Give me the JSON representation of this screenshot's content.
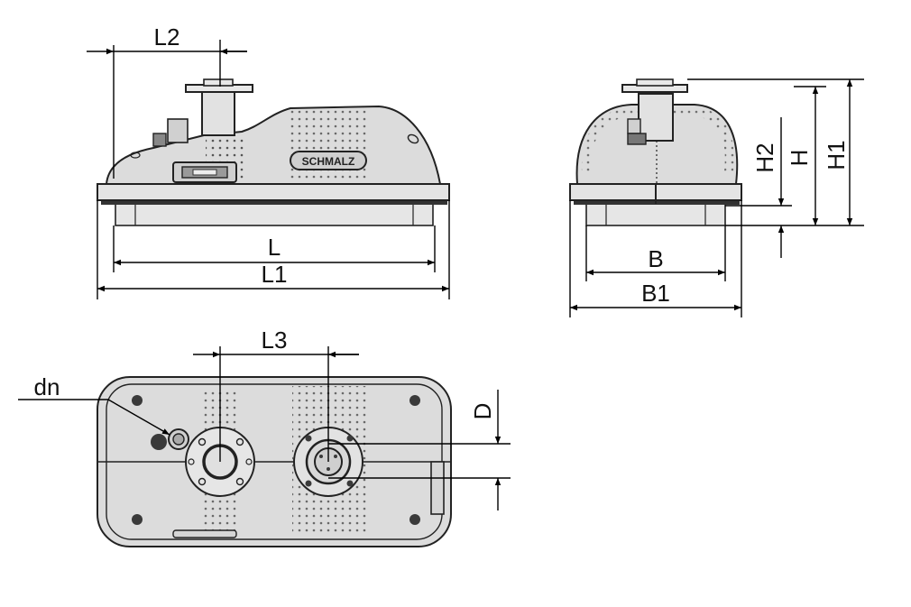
{
  "logo_text": "SCHMALZ",
  "labels": {
    "l": "L",
    "l1": "L1",
    "l2": "L2",
    "l3": "L3",
    "b": "B",
    "b1": "B1",
    "h": "H",
    "h1": "H1",
    "h2": "H2",
    "dn": "dn",
    "d": "D"
  }
}
